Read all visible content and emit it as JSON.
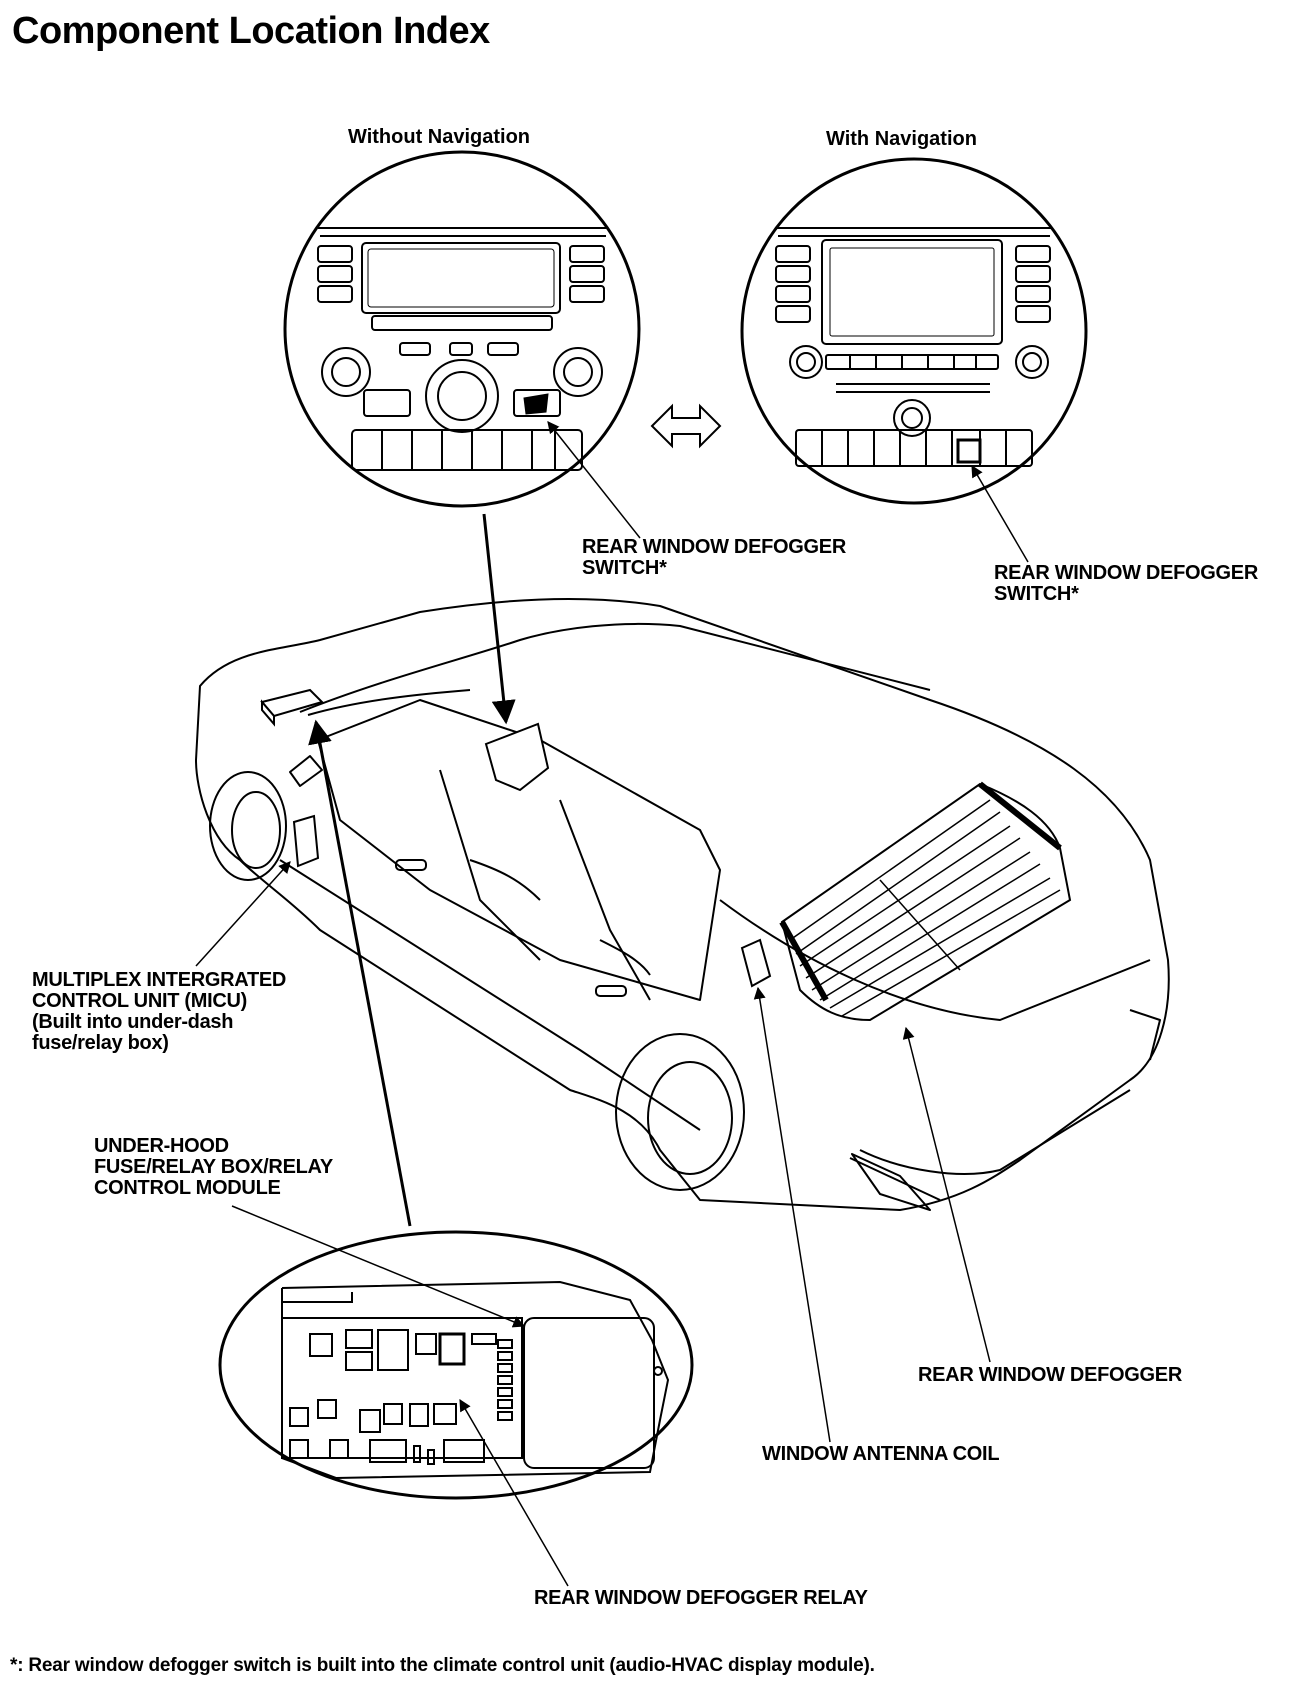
{
  "title": "Component Location Index",
  "insets": {
    "without_navigation": "Without Navigation",
    "with_navigation": "With Navigation"
  },
  "labels": {
    "switch_left": "REAR WINDOW DEFOGGER\nSWITCH*",
    "switch_right": "REAR WINDOW DEFOGGER\nSWITCH*",
    "micu": "MULTIPLEX INTERGRATED\nCONTROL UNIT (MICU)\n(Built into under-dash\nfuse/relay box)",
    "under_hood": "UNDER-HOOD\nFUSE/RELAY BOX/RELAY\nCONTROL MODULE",
    "defogger": "REAR WINDOW DEFOGGER",
    "antenna_coil": "WINDOW ANTENNA COIL",
    "defogger_relay": "REAR WINDOW DEFOGGER RELAY"
  },
  "footnote": "*: Rear window defogger switch is built into the climate control unit (audio-HVAC display module)."
}
